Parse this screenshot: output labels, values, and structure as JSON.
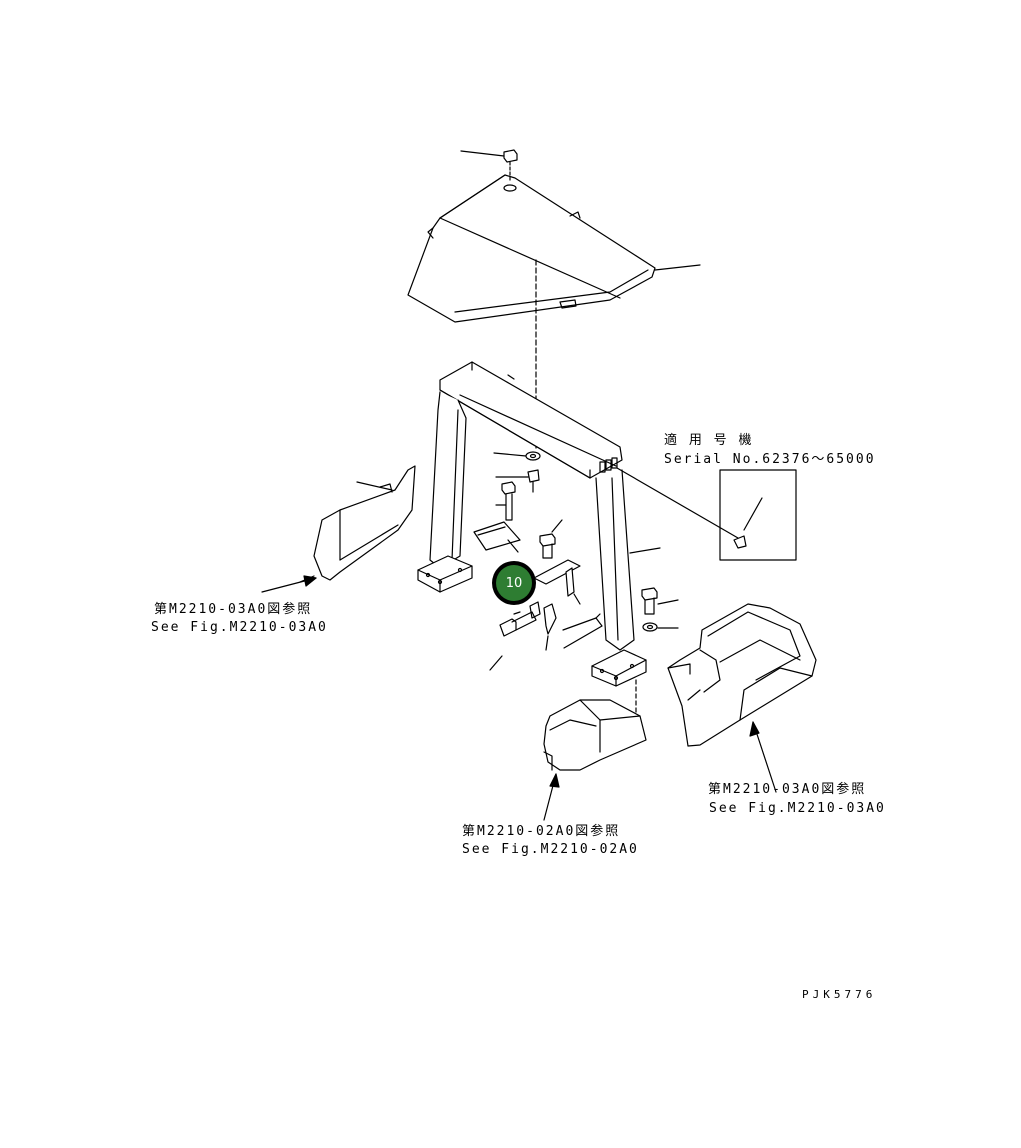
{
  "labels": {
    "serial_jp": "適 用 号 機",
    "serial_en": "Serial No.62376～65000",
    "ref_left_jp": "第M2210-03A0図参照",
    "ref_left_en": "See Fig.M2210-03A0",
    "ref_right_jp": "第M2210-03A0図参照",
    "ref_right_en": "See Fig.M2210-03A0",
    "ref_bottom_jp": "第M2210-02A0図参照",
    "ref_bottom_en": "See Fig.M2210-02A0",
    "drawing_code": "PJK5776"
  },
  "callout": {
    "number": "10",
    "color": "#2e7d32"
  }
}
